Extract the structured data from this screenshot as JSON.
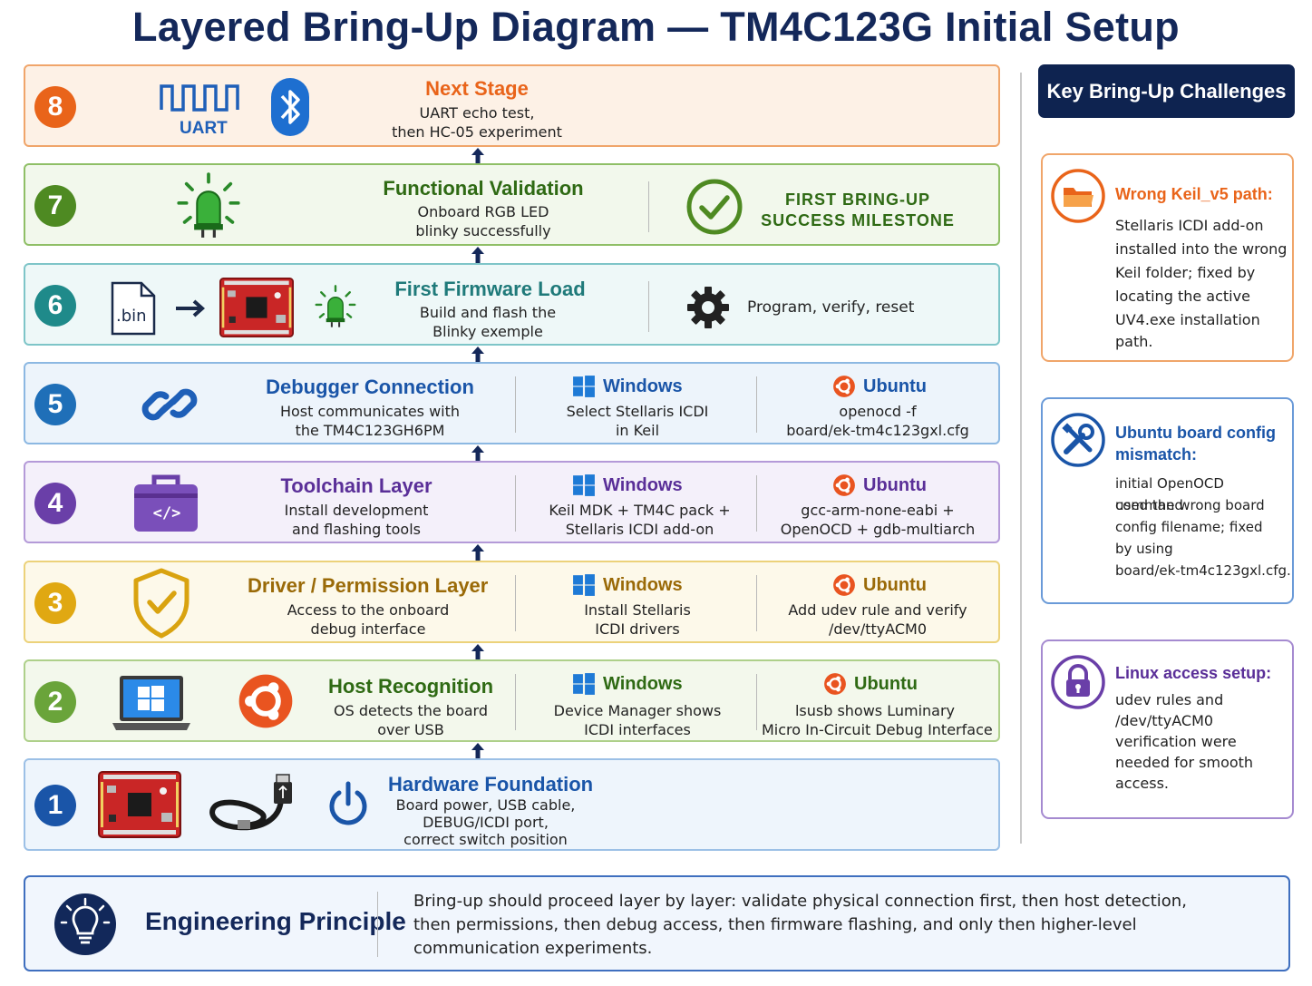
{
  "title": "Layered Bring-Up Diagram — TM4C123G Initial Setup",
  "layers": {
    "l8": {
      "num": "8",
      "title": "Next Stage",
      "desc1": "UART echo test,",
      "desc2": "then HC-05 experiment",
      "uart_label": "UART"
    },
    "l7": {
      "num": "7",
      "title": "Functional Validation",
      "desc1": "Onboard RGB LED",
      "desc2": "blinky successfully",
      "milestone1": "FIRST BRING-UP",
      "milestone2": "SUCCESS MILESTONE"
    },
    "l6": {
      "num": "6",
      "title": "First Firmware Load",
      "desc1": "Build and flash the",
      "desc2": "Blinky exemple",
      "file_label": ".bin",
      "action": "Program, verify, reset"
    },
    "l5": {
      "num": "5",
      "title": "Debugger Connection",
      "desc1": "Host communicates with",
      "desc2": "the TM4C123GH6PM",
      "win_head": "Windows",
      "win1": "Select Stellaris ICDI",
      "win2": "in Keil",
      "ubu_head": "Ubuntu",
      "ubu1": "openocd -f",
      "ubu2": "board/ek-tm4c123gxl.cfg"
    },
    "l4": {
      "num": "4",
      "title": "Toolchain Layer",
      "desc1": "Install development",
      "desc2": "and flashing tools",
      "win_head": "Windows",
      "win1": "Keil MDK + TM4C pack +",
      "win2": "Stellaris ICDI add-on",
      "ubu_head": "Ubuntu",
      "ubu1": "gcc-arm-none-eabi +",
      "ubu2": "OpenOCD + gdb-multiarch",
      "icon_code": "</>"
    },
    "l3": {
      "num": "3",
      "title": "Driver / Permission Layer",
      "desc1": "Access to the onboard",
      "desc2": "debug interface",
      "win_head": "Windows",
      "win1": "Install Stellaris",
      "win2": "ICDI drivers",
      "ubu_head": "Ubuntu",
      "ubu1": "Add udev rule and verify",
      "ubu2": "/dev/ttyACM0"
    },
    "l2": {
      "num": "2",
      "title": "Host Recognition",
      "desc1": "OS detects the board",
      "desc2": "over USB",
      "win_head": "Windows",
      "win1": "Device Manager shows",
      "win2": "ICDI interfaces",
      "ubu_head": "Ubuntu",
      "ubu1": "lsusb shows Luminary",
      "ubu2": "Micro In-Circuit Debug Interface"
    },
    "l1": {
      "num": "1",
      "title": "Hardware Foundation",
      "desc1": "Board power, USB cable,",
      "desc2": "DEBUG/ICDI port,",
      "desc3": "correct switch position"
    }
  },
  "challenges": {
    "header": "Key Bring-Up Challenges",
    "c1": {
      "title": "Wrong Keil_v5 path:",
      "lines": [
        "Stellaris ICDI add-on",
        "installed into the wrong",
        "Keil folder; fixed by",
        "locating the active",
        "UV4.exe installation path."
      ]
    },
    "c2": {
      "title1": "Ubuntu board config",
      "title2": "mismatch:",
      "lines": [
        "initial OpenOCD command",
        "used the wrong board",
        "config filename; fixed",
        "by using",
        "board/ek-tm4c123gxl.cfg."
      ]
    },
    "c3": {
      "title": "Linux access setup:",
      "lines": [
        "udev rules and",
        "/dev/ttyACM0",
        "verification were",
        "needed for smooth",
        "access."
      ]
    }
  },
  "principle": {
    "title": "Engineering Principle",
    "line1": "Bring-up should proceed layer by layer: validate physical connection first, then host detection,",
    "line2": "then permissions, then debug access, then firmware flashing, and only then higher-level",
    "line3": "communication experiments."
  },
  "colors": {
    "l8": "#e9641a",
    "l7": "#4e8a22",
    "l6": "#1f8a8a",
    "l5": "#1f6fb8",
    "l4": "#6a3fa8",
    "l3": "#e0a812",
    "l2": "#6aa43a",
    "l1": "#1a55a8",
    "windows": "#1e7ad6",
    "ubuntu": "#e95420"
  }
}
